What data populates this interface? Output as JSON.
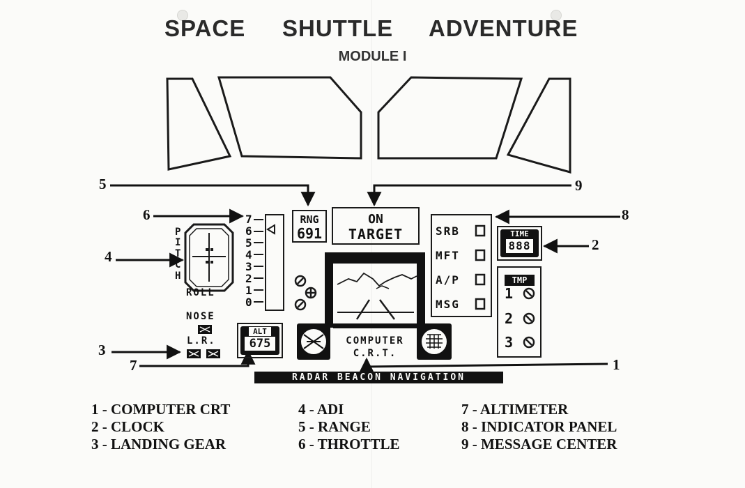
{
  "header": {
    "title_words": [
      "SPACE",
      "SHUTTLE",
      "ADVENTURE"
    ],
    "subtitle": "MODULE I"
  },
  "callouts": [
    "1",
    "2",
    "3",
    "4",
    "5",
    "6",
    "7",
    "8",
    "9"
  ],
  "instruments": {
    "range": {
      "label": "RNG",
      "value": "691"
    },
    "message": {
      "line1": "ON",
      "line2": "TARGET"
    },
    "clock": {
      "label": "TIME",
      "value": "888"
    },
    "indicators": [
      "SRB",
      "MFT",
      "A/P",
      "MSG"
    ],
    "temperature": {
      "label": "TMP",
      "rows": [
        "1",
        "2",
        "3"
      ]
    },
    "adi": {
      "pitch_letters": [
        "P",
        "I",
        "T",
        "C",
        "H"
      ],
      "roll_label": "ROLL"
    },
    "throttle_scale": [
      "7",
      "6",
      "5",
      "4",
      "3",
      "2",
      "1",
      "0"
    ],
    "altimeter": {
      "label": "ALT",
      "value": "675"
    },
    "landing_gear": {
      "nose_label": "NOSE",
      "lr_label": "L.R."
    },
    "crt": {
      "line1": "COMPUTER",
      "line2": "C.R.T."
    },
    "radar_banner": "RADAR BEACON NAVIGATION"
  },
  "legend": {
    "col1": [
      "1 - COMPUTER CRT",
      "2 - CLOCK",
      "3 - LANDING GEAR"
    ],
    "col2": [
      "4 - ADI",
      "5 - RANGE",
      "6 - THROTTLE"
    ],
    "col3": [
      "7 - ALTIMETER",
      "8 - INDICATOR PANEL",
      "9 - MESSAGE CENTER"
    ]
  }
}
